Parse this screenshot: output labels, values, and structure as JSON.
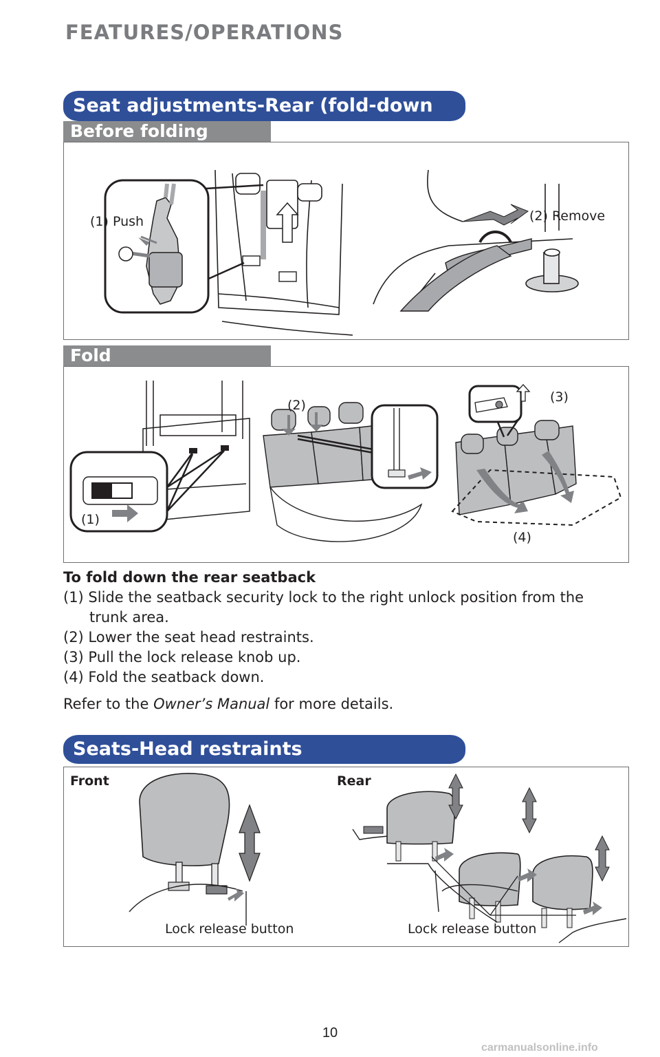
{
  "header": {
    "section": "FEATURES/OPERATIONS"
  },
  "seat_adjust": {
    "title": "Seat adjustments-Rear (fold-down type)",
    "before_folding": {
      "title": "Before folding",
      "label_push": "(1) Push",
      "label_remove": "(2) Remove"
    },
    "fold": {
      "title": "Fold",
      "label_1": "(1)",
      "label_2": "(2)",
      "label_3": "(3)",
      "label_4": "(4)"
    },
    "instructions": {
      "heading": "To fold down the rear seatback",
      "steps": [
        "(1) Slide the seatback security lock to the right unlock position from the",
        "trunk area.",
        "(2) Lower the seat head restraints.",
        "(3) Pull the lock release knob up.",
        "(4) Fold the seatback down."
      ],
      "refer_prefix": "Refer to the ",
      "refer_manual": "Owner’s Manual",
      "refer_suffix": " for more details."
    }
  },
  "head_restraints": {
    "title": "Seats-Head restraints",
    "front_label": "Front",
    "rear_label": "Rear",
    "front_caption": "Lock release button",
    "rear_caption": "Lock release button"
  },
  "footer": {
    "page_number": "10",
    "watermark": "carmanualsonline.info"
  },
  "colors": {
    "accent_blue": "#2f4f99",
    "header_gray": "#7a7c7f",
    "tab_gray": "#8a8c8e"
  }
}
